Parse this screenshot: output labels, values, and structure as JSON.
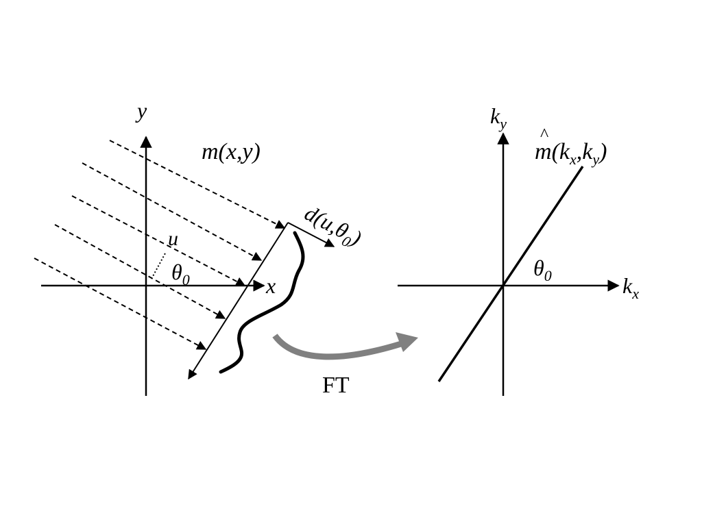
{
  "left_panel": {
    "y_axis_label": "y",
    "x_axis_label": "x",
    "function_label": "m(x,y)",
    "u_label": "u",
    "theta": {
      "base": "θ",
      "sub": "0"
    },
    "projection": {
      "prefix": "d(u,",
      "base": "θ",
      "sub": "0",
      "suffix": ")"
    }
  },
  "transform": {
    "label": "FT",
    "arrow_color": "#808080"
  },
  "right_panel": {
    "ky_label": {
      "base": "k",
      "sub": "y"
    },
    "kx_label": {
      "base": "k",
      "sub": "x"
    },
    "hat_symbol": "^",
    "function_label": {
      "base": "m",
      "open": "(",
      "kx": {
        "base": "k",
        "sub": "x"
      },
      "comma": ",",
      "ky": {
        "base": "k",
        "sub": "y"
      },
      "close": ")"
    },
    "theta": {
      "base": "θ",
      "sub": "0"
    }
  },
  "colors": {
    "ink": "#000000",
    "arrow": "#808080"
  }
}
